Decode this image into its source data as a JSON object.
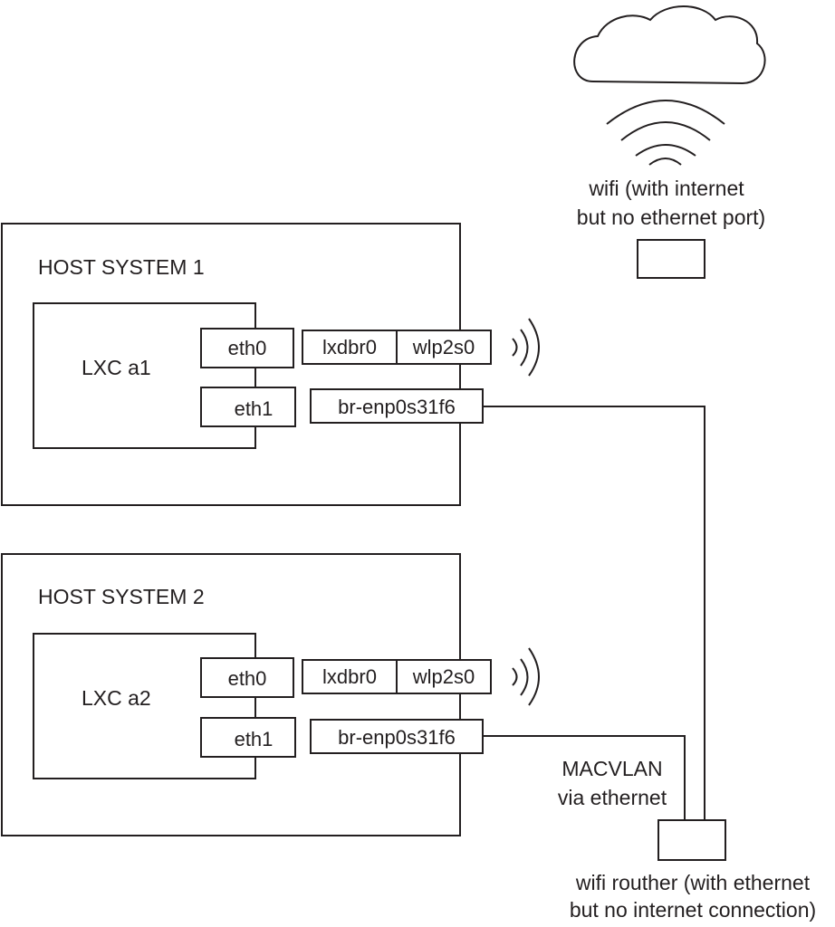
{
  "colors": {
    "line": "#231f20",
    "background": "#ffffff"
  },
  "cloud": {
    "icon": "cloud-icon",
    "signal_icon": "wifi-signal-icon",
    "label_line1": "wifi (with internet",
    "label_line2": "but no ethernet port)"
  },
  "host1": {
    "title": "HOST SYSTEM 1",
    "container": "LXC a1",
    "eth0": "eth0",
    "eth1": "eth1",
    "bridge_lxd": "lxdbr0",
    "wifi_iface": "wlp2s0",
    "bridge_eth": "br-enp0s31f6"
  },
  "host2": {
    "title": "HOST SYSTEM 2",
    "container": "LXC a2",
    "eth0": "eth0",
    "eth1": "eth1",
    "bridge_lxd": "lxdbr0",
    "wifi_iface": "wlp2s0",
    "bridge_eth": "br-enp0s31f6"
  },
  "macvlan": {
    "line1": "MACVLAN",
    "line2": "via ethernet"
  },
  "router": {
    "label_line1": "wifi routher (with ethernet",
    "label_line2": "but no internet connection)"
  }
}
